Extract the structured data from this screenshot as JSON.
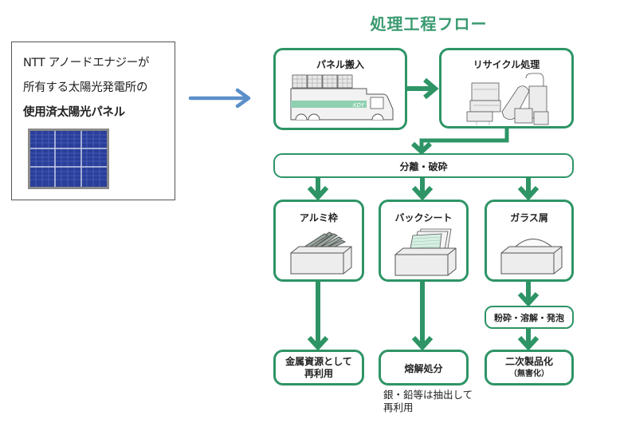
{
  "source": {
    "line1": "NTT アノードエナジーが",
    "line2": "所有する太陽光発電所の",
    "line3": "使用済太陽光パネル",
    "image": "solar-panel-icon"
  },
  "flow": {
    "title": "処理工程フロー",
    "steps": {
      "transport": {
        "label": "パネル搬入",
        "image": "truck-icon",
        "truck_text": "KDY"
      },
      "recycle": {
        "label": "リサイクル処理",
        "image": "recycling-machine-icon"
      },
      "separate": {
        "label": "分離・破砕"
      },
      "aluminum": {
        "label": "アルミ枠",
        "image": "aluminum-bin-icon"
      },
      "backsheet": {
        "label": "バックシート",
        "image": "backsheet-bin-icon"
      },
      "glass": {
        "label": "ガラス屑",
        "image": "glass-bin-icon"
      },
      "glass_process": {
        "label": "粉砕・溶解・発泡"
      },
      "metal_reuse": {
        "label_line1": "金属資源として",
        "label_line2": "再利用"
      },
      "melt": {
        "label": "熔解処分"
      },
      "secondary": {
        "label": "二次製品化",
        "sub": "（無害化）"
      }
    },
    "note": {
      "line1": "銀・鉛等は抽出して",
      "line2": "再利用"
    }
  },
  "colors": {
    "flow_green": "#2e9466",
    "title_green": "#3a9a70",
    "source_arrow_blue": "#5b8fc9",
    "panel_blue": "#2a3f9a"
  }
}
